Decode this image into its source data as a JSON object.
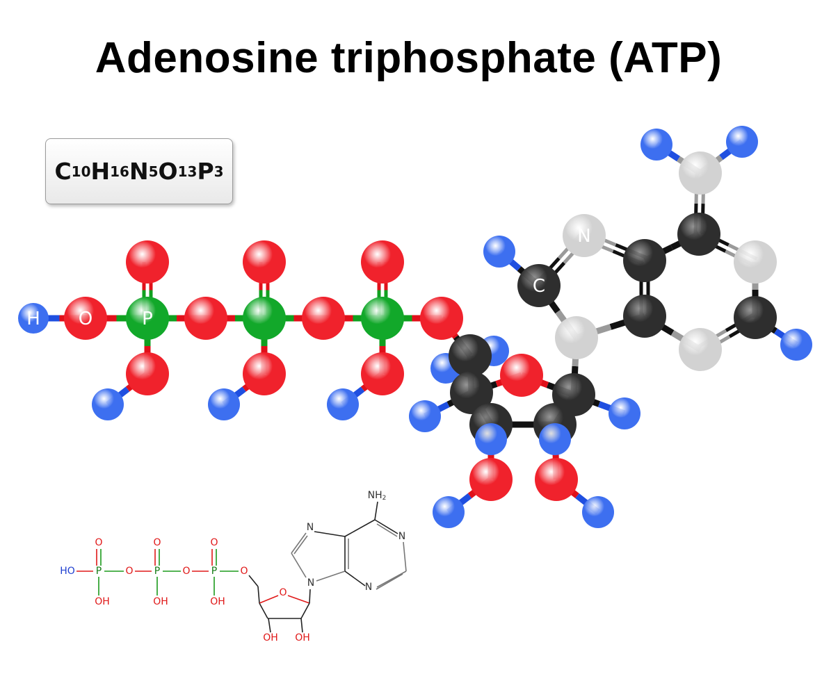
{
  "title": "Adenosine triphosphate (ATP)",
  "formula": {
    "parts": [
      {
        "el": "C",
        "n": "10"
      },
      {
        "el": "H",
        "n": "16"
      },
      {
        "el": "N",
        "n": "5"
      },
      {
        "el": "O",
        "n": "13"
      },
      {
        "el": "P",
        "n": "3"
      }
    ]
  },
  "model_labels": {
    "h": "H",
    "o": "O",
    "p": "P",
    "c": "C",
    "n": "N"
  },
  "colors": {
    "hydrogen": "#3d6ff0",
    "oxygen": "#f0222c",
    "phosphorus": "#12a82a",
    "carbon": "#2e2e2e",
    "nitrogen": "#d2d2d2"
  },
  "structural": {
    "ho": "HO",
    "o_bridge": "O",
    "p": "P",
    "o_double": "O",
    "oh": "OH",
    "ring_o": "O",
    "n": "N",
    "nh2": "NH",
    "nh2_sub": "2"
  }
}
